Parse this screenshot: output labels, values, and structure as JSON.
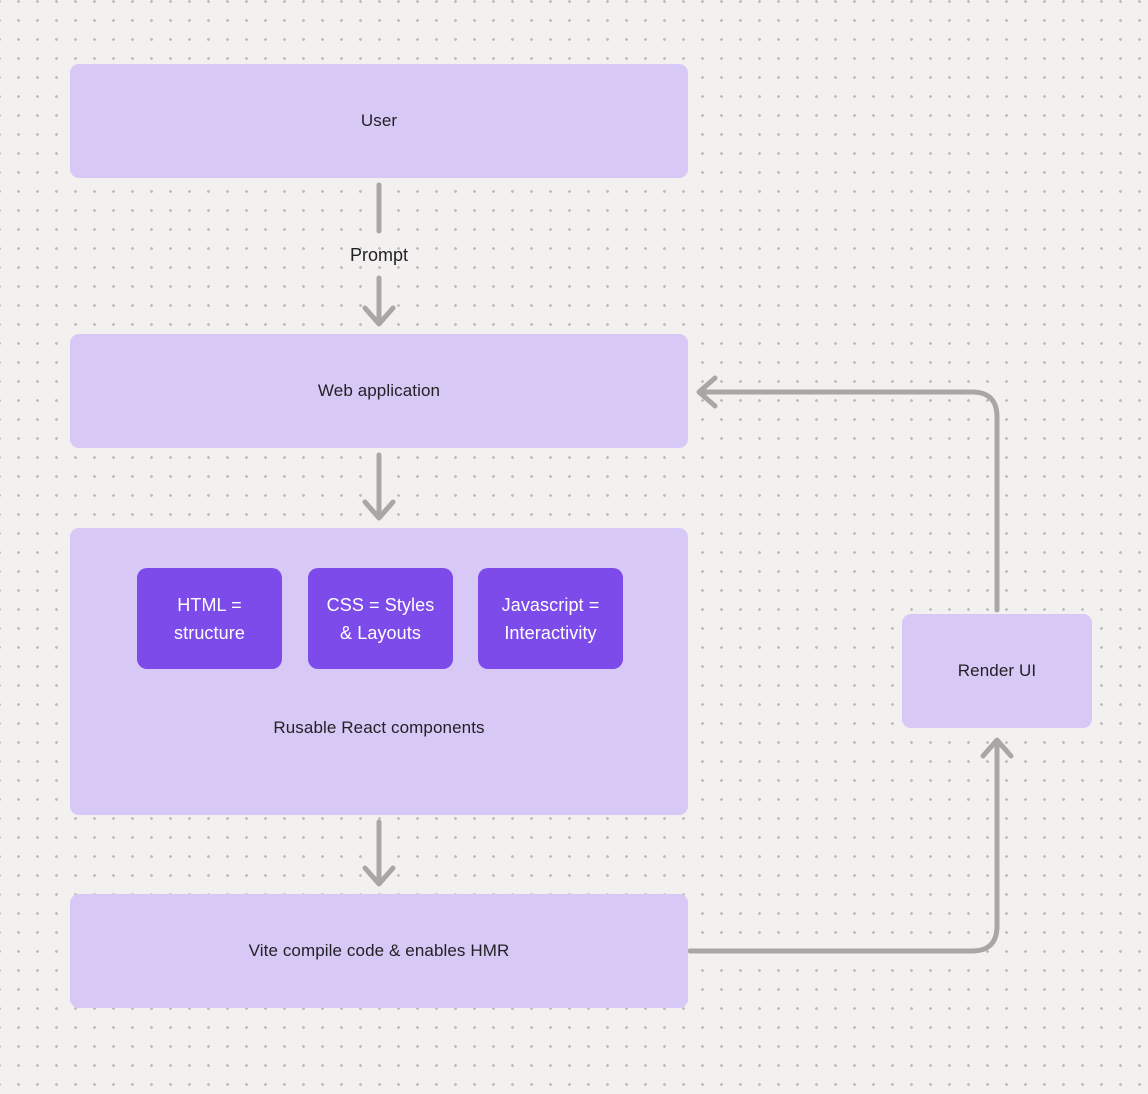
{
  "colors": {
    "node_fill": "#d8c8f5",
    "inner_fill": "#7c4bea",
    "connector": "#a9a7a5",
    "text_dark": "#222126",
    "text_light": "#ffffff",
    "canvas_bg": "#f2f1ef",
    "dot_color": "#bfbdbb"
  },
  "nodes": {
    "user": {
      "label": "User"
    },
    "web_application": {
      "label": "Web application"
    },
    "components": {
      "caption": "Rusable React components",
      "children": [
        {
          "label": "HTML = structure"
        },
        {
          "label": "CSS = Styles & Layouts"
        },
        {
          "label": "Javascript = Interactivity"
        }
      ]
    },
    "vite": {
      "label": "Vite compile code & enables HMR"
    },
    "render_ui": {
      "label": "Render UI"
    }
  },
  "edges": {
    "prompt_label": "Prompt"
  }
}
